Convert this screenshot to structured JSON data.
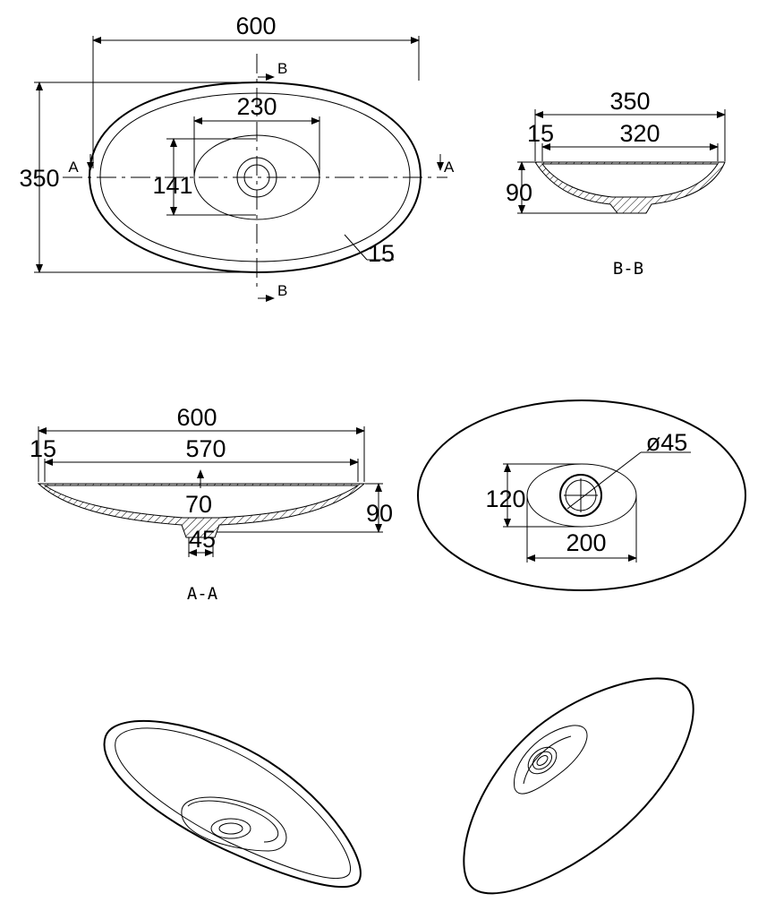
{
  "top_view": {
    "width": "600",
    "height": "350",
    "inner_width": "230",
    "inner_height": "141",
    "rim": "15",
    "cut_a_left": "A",
    "cut_a_right": "A",
    "cut_b_top": "B",
    "cut_b_bottom": "B"
  },
  "section_bb": {
    "overall": "350",
    "inner": "320",
    "rim": "15",
    "depth": "90",
    "label": "B-B"
  },
  "section_aa": {
    "overall": "600",
    "inner": "570",
    "rim": "15",
    "center": "70",
    "depth": "90",
    "drain": "45",
    "label": "A-A"
  },
  "bottom_view": {
    "drain_dia": "ø45",
    "height": "120",
    "width": "200"
  }
}
